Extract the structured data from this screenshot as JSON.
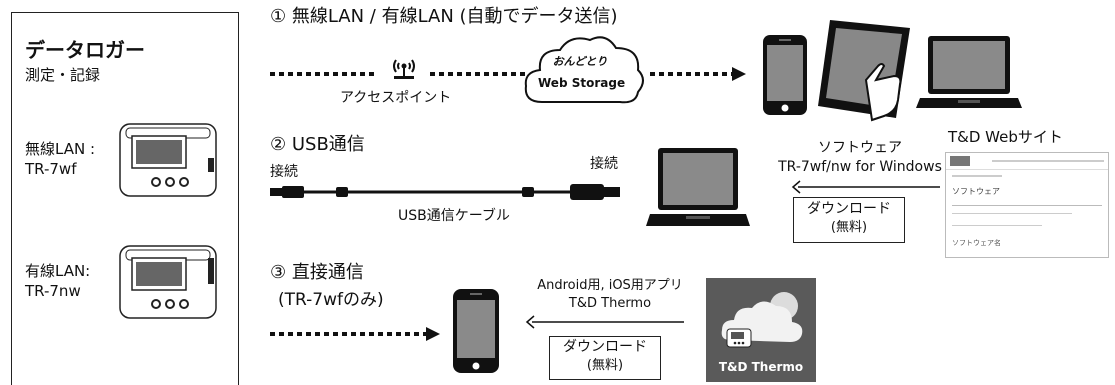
{
  "logger_panel": {
    "title": "データロガー",
    "subtitle": "測定・記録",
    "wireless_label": "無線LAN :",
    "wireless_model": "TR-7wf",
    "wired_label": "有線LAN:",
    "wired_model": "TR-7nw"
  },
  "section1": {
    "heading": "① 無線LAN / 有線LAN (自動でデータ送信)",
    "access_point_label": "アクセスポイント",
    "cloud_logo": "おんどとり",
    "cloud_label": "Web Storage"
  },
  "section2": {
    "heading": "② USB通信",
    "connect_left": "接続",
    "connect_right": "接続",
    "cable_label": "USB通信ケーブル",
    "software_title": "ソフトウェア",
    "software_name": "TR-7wf/nw for Windows",
    "download_label": "ダウンロード",
    "download_free": "(無料)",
    "site_label": "T&D Webサイト",
    "web_heading": "ソフトウェア",
    "web_section_label": "ソフトウェア名"
  },
  "section3": {
    "heading": "③ 直接通信",
    "subheading": "(TR-7wfのみ)",
    "app_line1": "Android用, iOS用アプリ",
    "app_line2": "T&D Thermo",
    "download_label": "ダウンロード",
    "download_free": "(無料)",
    "app_icon_text": "T&D Thermo"
  },
  "colors": {
    "ink": "#111111",
    "app_icon_bg": "#5a5a5a"
  }
}
